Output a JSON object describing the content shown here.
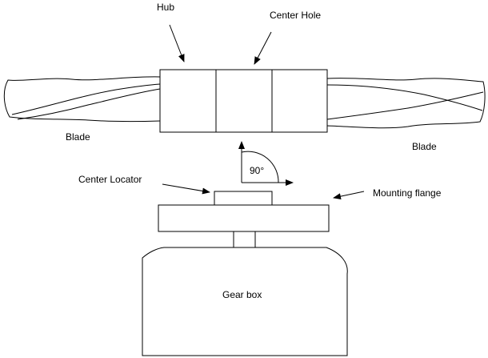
{
  "labels": {
    "hub": "Hub",
    "center_hole": "Center Hole",
    "blade_left": "Blade",
    "blade_right": "Blade",
    "angle": "90°",
    "center_locator": "Center Locator",
    "mounting_flange": "Mounting flange",
    "gear_box": "Gear box"
  },
  "colors": {
    "line": "#000000",
    "background": "#ffffff"
  }
}
